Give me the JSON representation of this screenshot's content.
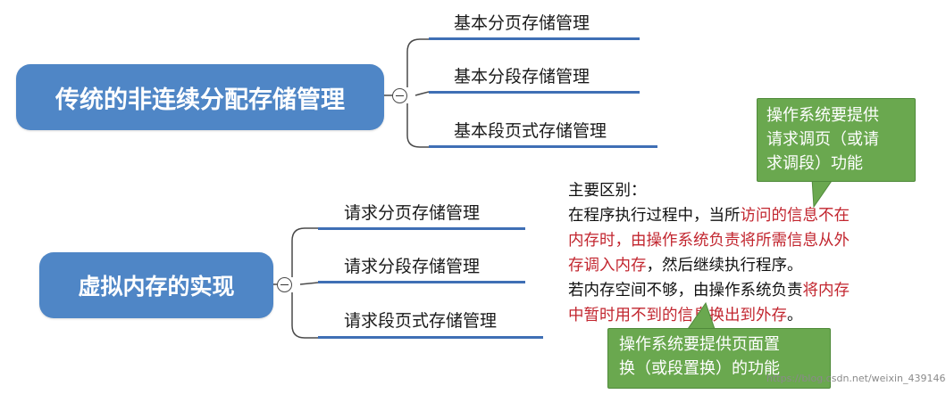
{
  "mindmap": {
    "group1": {
      "root": "传统的非连续分配存储管理",
      "children": [
        "基本分页存储管理",
        "基本分段存储管理",
        "基本段页式存储管理"
      ]
    },
    "group2": {
      "root": "虚拟内存的实现",
      "children": [
        "请求分页存储管理",
        "请求分段存储管理",
        "请求段页式存储管理"
      ]
    }
  },
  "note": {
    "title": "主要区别：",
    "para1": {
      "line1_black": "在程序执行过程中，当所",
      "line1_red": "访问的信息不在",
      "line2_red": "内存时，由操作系统负责将所需信息从外",
      "line3_red": "存调入内存",
      "line3_black": "，然后继续执行程序。"
    },
    "para2": {
      "line1_black": "若内存空间不够，由操作系统负责",
      "line1_red": "将内存",
      "line2_red": "中暂时用不到的信息换出到外存",
      "line2_black": "。"
    }
  },
  "callouts": {
    "top": [
      "操作系统要提供",
      "请求调页（或请",
      "求调段）功能"
    ],
    "bottom": [
      "操作系统要提供页面置",
      "换（或段置换）的功能"
    ]
  },
  "watermark": "https://blog.csdn.net/weixin_439146",
  "colors": {
    "root_fill": "#4f86c6",
    "branch_line": "#3f6fb5",
    "highlight_red": "#c2262f",
    "callout_fill": "#6aa84f"
  }
}
